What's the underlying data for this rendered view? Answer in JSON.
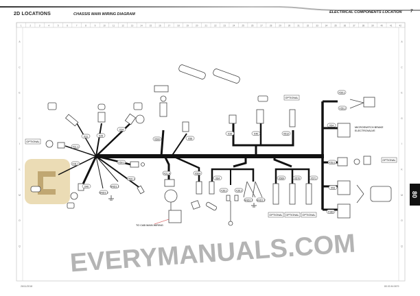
{
  "header": {
    "section": "2D LOCATIONS",
    "subtitle": "CHASSIS MAIN WIRING DIAGRAM",
    "chapter": "ELECTRICAL COMPONENTS LOCATION",
    "page": "7"
  },
  "side_tab": "80",
  "ruler": {
    "columns": [
      "1",
      "2",
      "3",
      "4",
      "5",
      "6",
      "7",
      "8",
      "9",
      "10",
      "11",
      "12",
      "13",
      "14",
      "15",
      "16",
      "17",
      "18",
      "19",
      "20",
      "21",
      "22",
      "23",
      "24",
      "25",
      "26",
      "27",
      "28",
      "29",
      "30",
      "31",
      "32",
      "33",
      "34",
      "35",
      "36",
      "37",
      "38",
      "39",
      "40",
      "41",
      "42"
    ],
    "rows": [
      "A",
      "C",
      "E",
      "G",
      "I",
      "K",
      "M",
      "O",
      "Q"
    ]
  },
  "connectors": {
    "x31": "X31",
    "x25": "X25",
    "x34a": "X34",
    "x11_1": "X11.1",
    "x41_1": "X41.1",
    "x50_1": "X50.1",
    "x40a": "X40",
    "x501_1": "X501.1",
    "gnd1_1": "GND1.1",
    "gnd1_3": "GND1.3",
    "x500": "X500",
    "x56": "X56",
    "x39": "X39",
    "x40b": "X40",
    "x512": "X512",
    "x31a": "X31.A",
    "x504": "X504",
    "x64": "X64",
    "x36_1": "X36.1",
    "x36_2": "X36.2",
    "gnd2_1": "GND2.1",
    "gnd2_2": "GND2.2",
    "x569": "X569",
    "x570": "X570",
    "x571": "X571",
    "x55_1": "X55.1",
    "x55_2": "X55.2",
    "x54": "X54",
    "x53_1": "X53.1",
    "x53": "X53",
    "x183": "X183"
  },
  "notes": {
    "optional": "OPTIONAL",
    "microswitch_1": "MICROSWITCH BRAKE",
    "microswitch_2": "ELECTROVALVE",
    "to_cab": "TO CAB MAIN WIRING"
  },
  "watermark": "EVERYMANUALS.COM",
  "footer": {
    "left": "26/11/2018",
    "right": "80.03.M.0679"
  }
}
